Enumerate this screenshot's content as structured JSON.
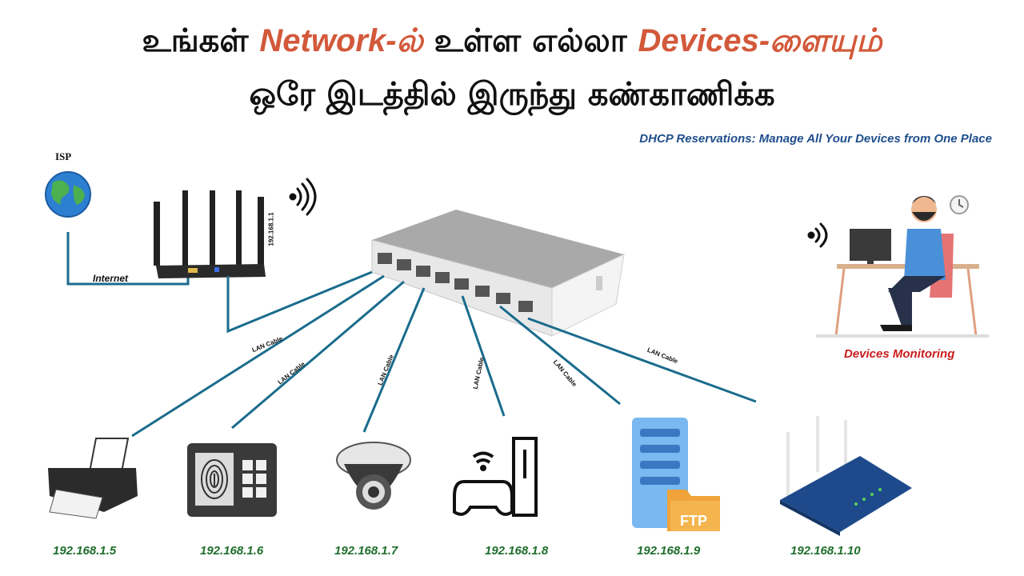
{
  "title": {
    "line1_a": "உங்கள் ",
    "line1_b": "Network-ல்",
    "line1_c": " உள்ள எல்லா ",
    "line1_d": "Devices-ளையும்",
    "line2": "ஒரே இடத்தில் இருந்து கண்காணிக்க"
  },
  "subtitle": "DHCP Reservations: Manage All Your Devices from One Place",
  "isp_label": "ISP",
  "internet_label": "Internet",
  "router_ip": "192.168.1.1",
  "cable_label": "LAN Cable",
  "ftp_label": "FTP",
  "monitor_label": "Devices Monitoring",
  "devices": [
    {
      "name": "printer",
      "ip": "192.168.1.5"
    },
    {
      "name": "biometric-lock",
      "ip": "192.168.1.6"
    },
    {
      "name": "cctv-camera",
      "ip": "192.168.1.7"
    },
    {
      "name": "gaming-console",
      "ip": "192.168.1.8"
    },
    {
      "name": "ftp-server",
      "ip": "192.168.1.9"
    },
    {
      "name": "wifi-router",
      "ip": "192.168.1.10"
    }
  ],
  "colors": {
    "accent": "#d2593a",
    "subtitle": "#1f4e8c",
    "ip": "#1f6e2c",
    "cable": "#1a6c8c",
    "monitor": "#c91d1d"
  }
}
